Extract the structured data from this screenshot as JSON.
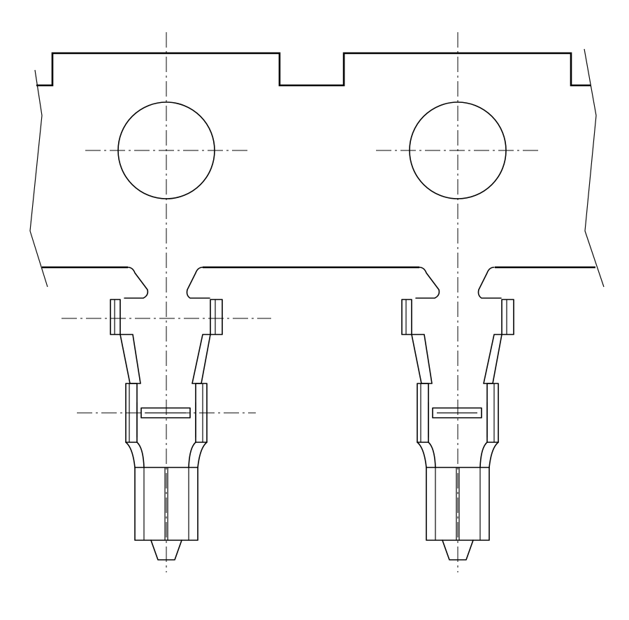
{
  "drawing": {
    "background": "#ffffff",
    "line_color": "#000000",
    "components": [
      {
        "name": "carrier-strip"
      },
      {
        "name": "pilot-hole-left"
      },
      {
        "name": "pilot-hole-right"
      },
      {
        "name": "crimp-terminal-left"
      },
      {
        "name": "crimp-terminal-right"
      }
    ]
  }
}
